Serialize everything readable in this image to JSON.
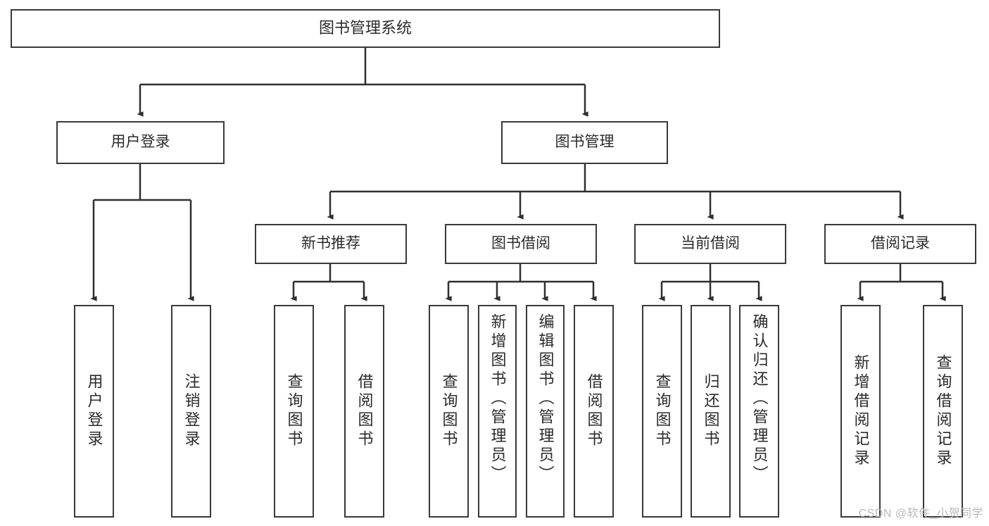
{
  "diagram": {
    "type": "hierarchy-tree",
    "title": "图书管理系统",
    "root": {
      "id": "root",
      "label": "图书管理系统",
      "orientation": "horizontal"
    },
    "level2": [
      {
        "id": "user-login",
        "label": "用户登录",
        "orientation": "horizontal"
      },
      {
        "id": "book-management",
        "label": "图书管理",
        "orientation": "horizontal"
      }
    ],
    "level3": [
      {
        "id": "new-book-recommend",
        "label": "新书推荐",
        "orientation": "horizontal",
        "parent": "book-management"
      },
      {
        "id": "book-borrow",
        "label": "图书借阅",
        "orientation": "horizontal",
        "parent": "book-management"
      },
      {
        "id": "current-borrow",
        "label": "当前借阅",
        "orientation": "horizontal",
        "parent": "book-management"
      },
      {
        "id": "borrow-record",
        "label": "借阅记录",
        "orientation": "horizontal",
        "parent": "book-management"
      }
    ],
    "leaves": [
      {
        "id": "leaf-user-login",
        "label": "用户登录",
        "parent": "user-login",
        "orientation": "vertical"
      },
      {
        "id": "leaf-user-logout",
        "label": "注销登录",
        "parent": "user-login",
        "orientation": "vertical"
      },
      {
        "id": "leaf-query-book-1",
        "label": "查询图书",
        "parent": "new-book-recommend",
        "orientation": "vertical"
      },
      {
        "id": "leaf-borrow-book-1",
        "label": "借阅图书",
        "parent": "new-book-recommend",
        "orientation": "vertical"
      },
      {
        "id": "leaf-query-book-2",
        "label": "查询图书",
        "parent": "book-borrow",
        "orientation": "vertical"
      },
      {
        "id": "leaf-add-book",
        "label": "新增图书（管理员）",
        "parent": "book-borrow",
        "orientation": "vertical"
      },
      {
        "id": "leaf-edit-book",
        "label": "编辑图书（管理员）",
        "parent": "book-borrow",
        "orientation": "vertical"
      },
      {
        "id": "leaf-borrow-book-2",
        "label": "借阅图书",
        "parent": "book-borrow",
        "orientation": "vertical"
      },
      {
        "id": "leaf-query-book-3",
        "label": "查询图书",
        "parent": "current-borrow",
        "orientation": "vertical"
      },
      {
        "id": "leaf-return-book",
        "label": "归还图书",
        "parent": "current-borrow",
        "orientation": "vertical"
      },
      {
        "id": "leaf-confirm-return",
        "label": "确认归还（管理员）",
        "parent": "current-borrow",
        "orientation": "vertical"
      },
      {
        "id": "leaf-add-record",
        "label": "新增借阅记录",
        "parent": "borrow-record",
        "orientation": "vertical"
      },
      {
        "id": "leaf-query-record",
        "label": "查询借阅记录",
        "parent": "borrow-record",
        "orientation": "vertical"
      }
    ],
    "colors": {
      "border": "#3a3a3a",
      "connector": "#2f2f2f",
      "text": "#2b2b2b",
      "background": "#ffffff",
      "watermark": "#b9b9b9"
    }
  },
  "watermark": {
    "text": "CSDN @软件_小贺同学"
  }
}
